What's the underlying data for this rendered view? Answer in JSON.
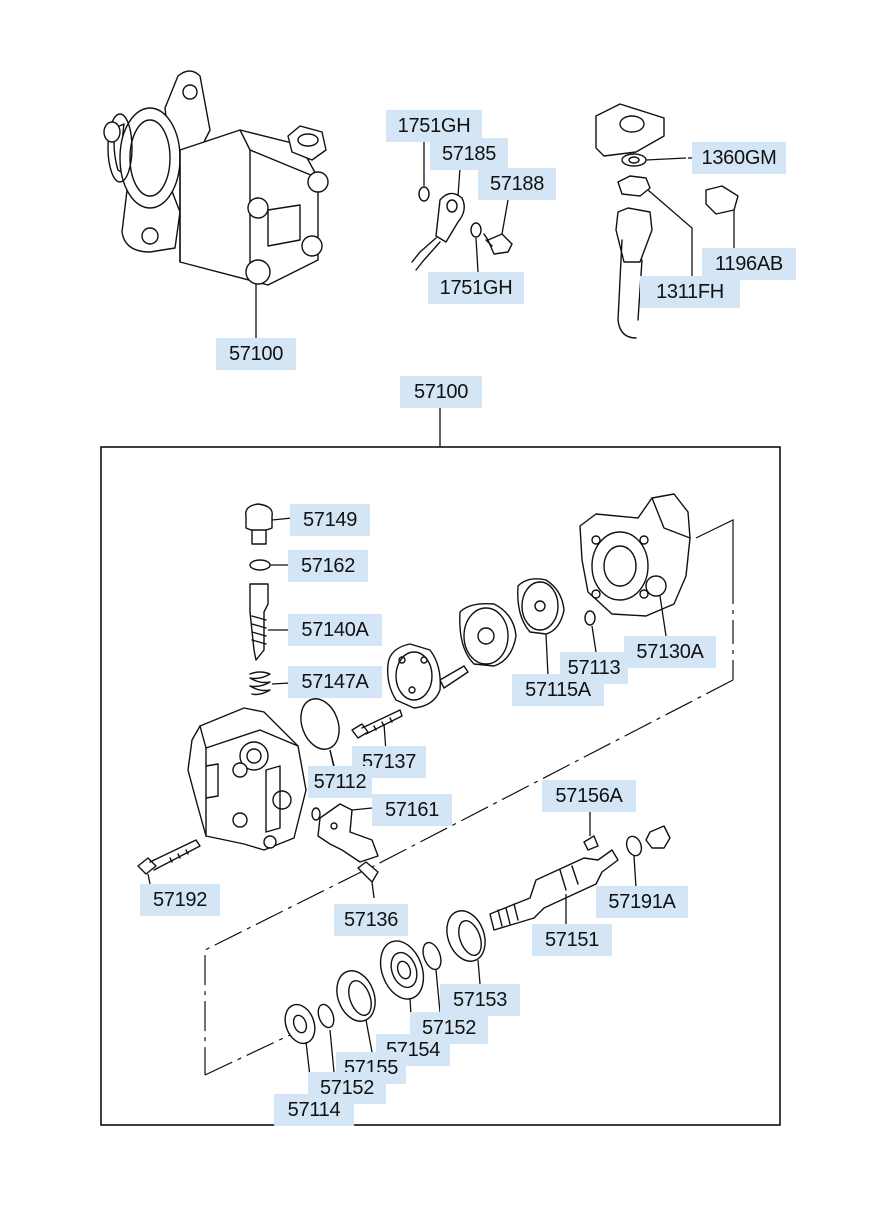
{
  "diagram": {
    "labels": [
      {
        "id": "57100_top",
        "text": "57100"
      },
      {
        "id": "1751GH_a",
        "text": "1751GH"
      },
      {
        "id": "57185",
        "text": "57185"
      },
      {
        "id": "57188",
        "text": "57188"
      },
      {
        "id": "1751GH_b",
        "text": "1751GH"
      },
      {
        "id": "1360GM",
        "text": "1360GM"
      },
      {
        "id": "1196AB",
        "text": "1196AB"
      },
      {
        "id": "1311FH",
        "text": "1311FH"
      },
      {
        "id": "57100_box",
        "text": "57100"
      },
      {
        "id": "57149",
        "text": "57149"
      },
      {
        "id": "57162",
        "text": "57162"
      },
      {
        "id": "57140A",
        "text": "57140A"
      },
      {
        "id": "57147A",
        "text": "57147A"
      },
      {
        "id": "57113",
        "text": "57113"
      },
      {
        "id": "57130A",
        "text": "57130A"
      },
      {
        "id": "57115A",
        "text": "57115A"
      },
      {
        "id": "57137",
        "text": "57137"
      },
      {
        "id": "57112",
        "text": "57112"
      },
      {
        "id": "57161",
        "text": "57161"
      },
      {
        "id": "57156A",
        "text": "57156A"
      },
      {
        "id": "57191A",
        "text": "57191A"
      },
      {
        "id": "57192",
        "text": "57192"
      },
      {
        "id": "57136",
        "text": "57136"
      },
      {
        "id": "57151",
        "text": "57151"
      },
      {
        "id": "57153",
        "text": "57153"
      },
      {
        "id": "57152_a",
        "text": "57152"
      },
      {
        "id": "57154",
        "text": "57154"
      },
      {
        "id": "57155",
        "text": "57155"
      },
      {
        "id": "57152_b",
        "text": "57152"
      },
      {
        "id": "57114",
        "text": "57114"
      }
    ],
    "colors": {
      "label_bg": "#d4e6f6",
      "line": "#111111",
      "background": "#ffffff"
    }
  }
}
